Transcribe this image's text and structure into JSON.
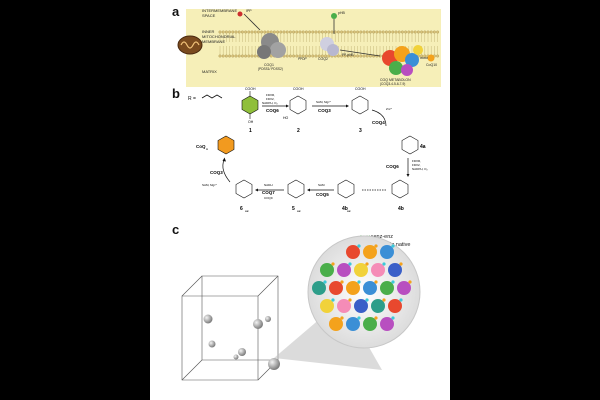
{
  "panels": {
    "a": "a",
    "b": "b",
    "c": "c"
  },
  "panel_a": {
    "intermembrane_space": [
      "INTERMEMBRANE",
      "SPACE"
    ],
    "inner_membrane": [
      "INNER",
      "MITOCHONDRIAL",
      "MEMBRANE"
    ],
    "matrix": "MATRIX",
    "ipp": "IPP",
    "phb": "pHB",
    "coq1": "COQ1",
    "coq1_sub": "(PDSS1/ PDSS2)",
    "pdd": "PPDP",
    "coq2": "COQ2",
    "metabolon": "COQ METABOLON",
    "metabolon_sub": "(COQ3-4-5-6-7-9)",
    "coq10": "CoQ10",
    "phbpp": "PP-pHB"
  },
  "panel_b": {
    "r_def": "R =",
    "compounds": [
      "1",
      "2",
      "3",
      "4a",
      "4b",
      "4b",
      "5",
      "6",
      "CoQ"
    ],
    "subscripts": {
      "c4b": "ox",
      "c5": "ox",
      "c6": "ox",
      "coq": "n"
    },
    "enzymes": [
      "COQ6",
      "COQ3",
      "COQ4",
      "COQ6",
      "COQ5",
      "COQ7",
      "COQ3"
    ],
    "cofactors": {
      "coq6_top": [
        "FDXR,",
        "FDX2,",
        "NADPH, O₂"
      ],
      "coq3_top": "SAM, Mg²⁺",
      "coq4": "Zn²⁺",
      "coq6_right": [
        "FDXR,",
        "FDX2,",
        "NADPH, O₂"
      ],
      "coq5": "SAM",
      "coq7": "NADH",
      "coq9": "COQ9",
      "coq3_left": "SAM, Mg²⁺",
      "cooh": "COOH",
      "oh": "OH",
      "ho": "HO"
    }
  },
  "panel_c": {
    "legend": [
      {
        "label": "εenz-enz",
        "color": "#3aa53a"
      },
      {
        "label": "εpatch-lig,native",
        "color": "#cc2e5e"
      }
    ]
  },
  "colors": {
    "membrane_band": "#f6efb8",
    "coq6_ring": "#8fbf3a",
    "coq_ring": "#f29a1f"
  }
}
